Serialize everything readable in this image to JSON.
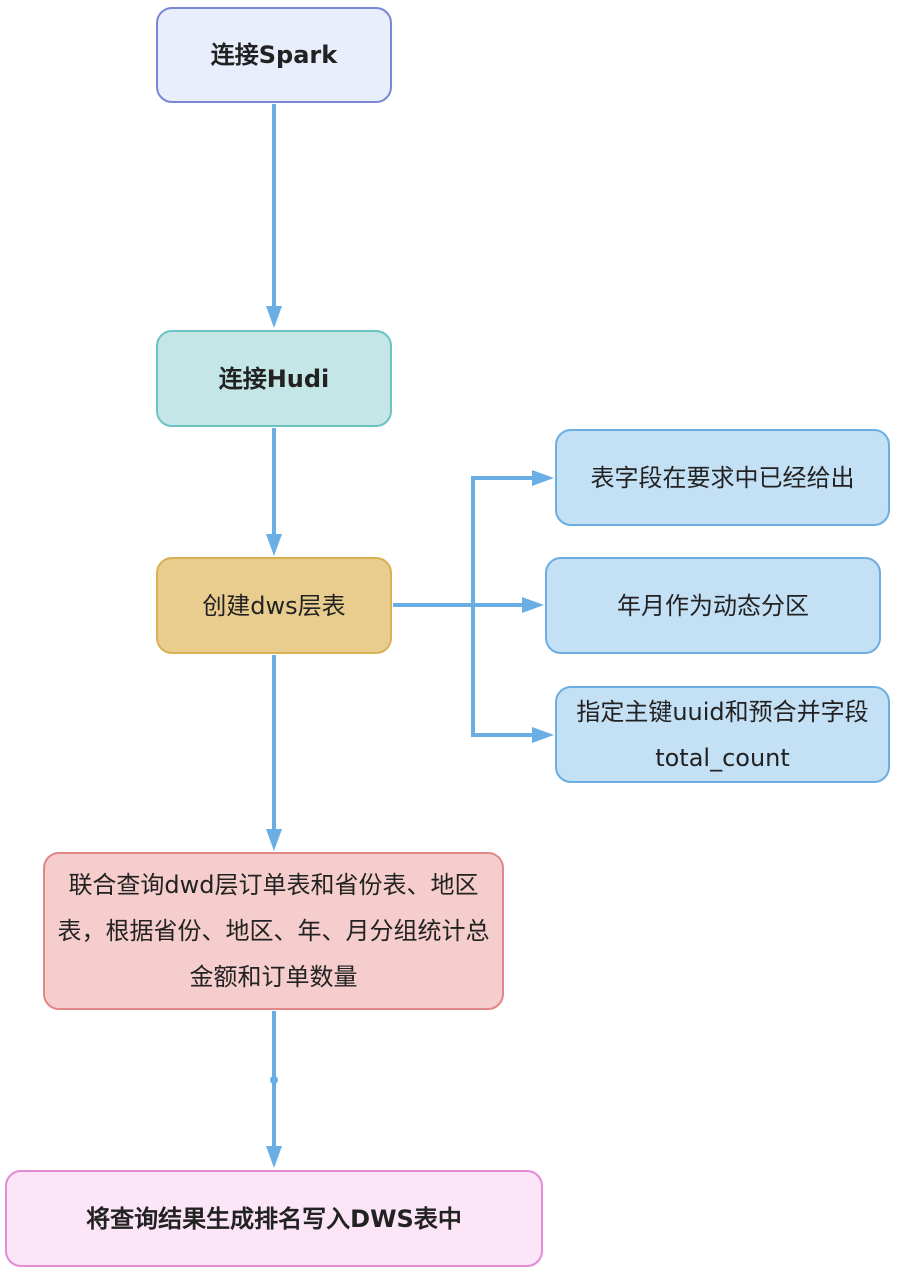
{
  "diagram": {
    "type": "flowchart",
    "edge_color": "#6aaee3",
    "nodes": [
      {
        "id": "spark",
        "label": "连接Spark",
        "bold": true,
        "fill": "#e8eefb",
        "stroke": "#7a86d6"
      },
      {
        "id": "hudi",
        "label": "连接Hudi",
        "bold": true,
        "fill": "#c5e6e6",
        "stroke": "#6dc3c2"
      },
      {
        "id": "create",
        "label": "创建dws层表",
        "bold": false,
        "fill": "#e9cd8f",
        "stroke": "#d8b155"
      },
      {
        "id": "fields",
        "label": "表字段在要求中已经给出",
        "bold": false,
        "fill": "#c4e0f5",
        "stroke": "#6aaee3"
      },
      {
        "id": "partition",
        "label": "年月作为动态分区",
        "bold": false,
        "fill": "#c4e0f5",
        "stroke": "#6aaee3"
      },
      {
        "id": "key",
        "label": "指定主键uuid和预合并字段total_count",
        "bold": false,
        "fill": "#c4e0f5",
        "stroke": "#6aaee3"
      },
      {
        "id": "query",
        "label": "联合查询dwd层订单表和省份表、地区表，根据省份、地区、年、月分组统计总金额和订单数量",
        "bold": false,
        "fill": "#f5cdcd",
        "stroke": "#e08787"
      },
      {
        "id": "write",
        "label": "将查询结果生成排名写入DWS表中",
        "bold": true,
        "fill": "#fbe5f6",
        "stroke": "#e28bd6"
      }
    ],
    "edges": [
      {
        "from": "spark",
        "to": "hudi"
      },
      {
        "from": "hudi",
        "to": "create"
      },
      {
        "from": "create",
        "to": "fields"
      },
      {
        "from": "create",
        "to": "partition"
      },
      {
        "from": "create",
        "to": "key"
      },
      {
        "from": "create",
        "to": "query"
      },
      {
        "from": "query",
        "to": "write"
      }
    ]
  }
}
